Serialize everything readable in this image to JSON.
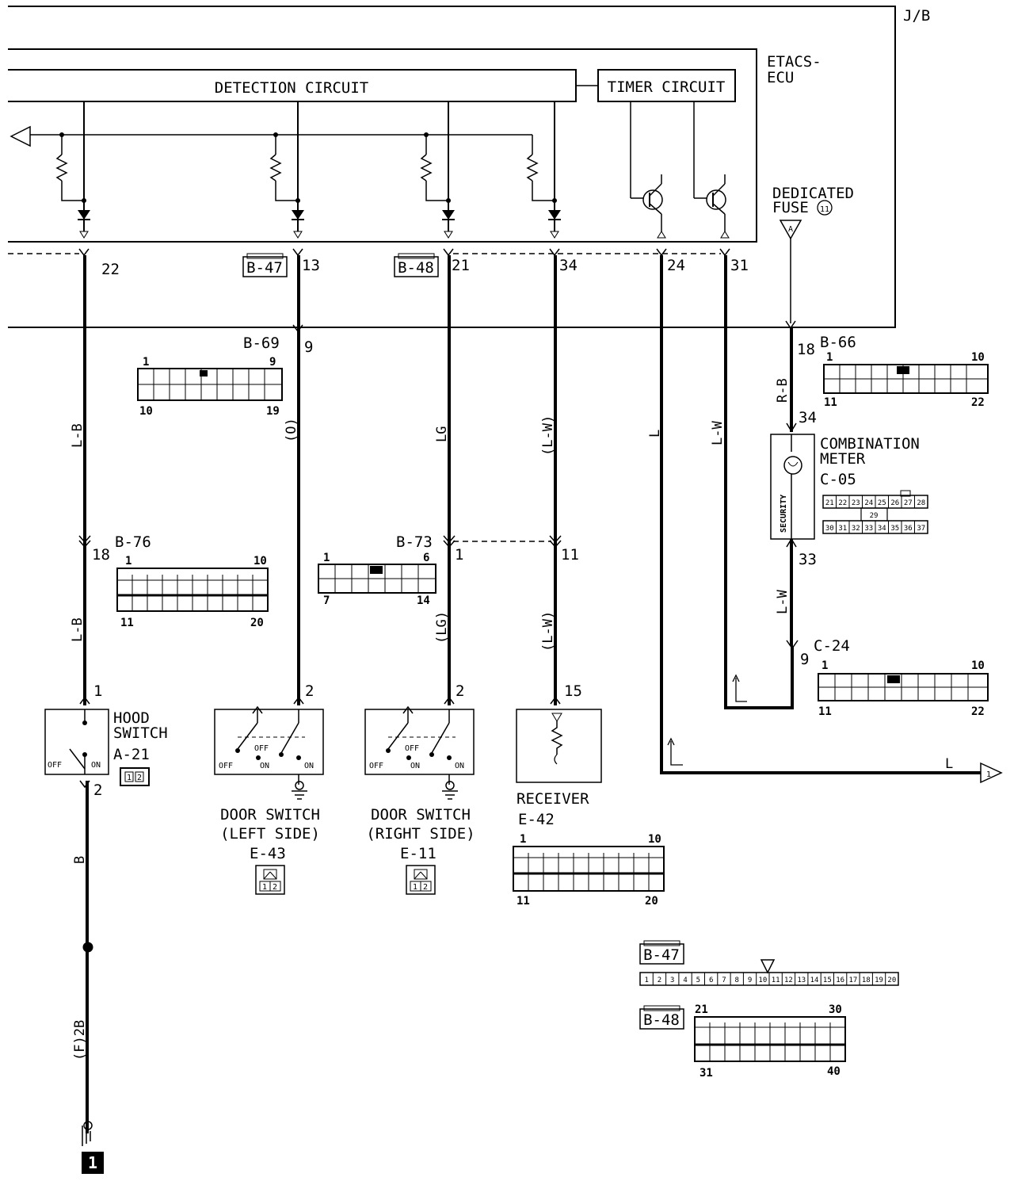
{
  "labels": {
    "jb": "J/B",
    "etacs": "ETACS-",
    "ecu": "ECU",
    "detection_circuit": "DETECTION CIRCUIT",
    "timer_circuit": "TIMER CIRCUIT",
    "dedicated_fuse_1": "DEDICATED",
    "dedicated_fuse_2": "FUSE",
    "fuse_number": "11",
    "fuse_letter": "A",
    "combination_meter_1": "COMBINATION",
    "combination_meter_2": "METER",
    "security": "SECURITY",
    "hood_switch_1": "HOOD",
    "hood_switch_2": "SWITCH",
    "door_switch_left_1": "DOOR SWITCH",
    "door_switch_left_2": "(LEFT SIDE)",
    "door_switch_right_1": "DOOR SWITCH",
    "door_switch_right_2": "(RIGHT SIDE)",
    "receiver": "RECEIVER",
    "off": "OFF",
    "on": "ON",
    "ground_number": "1",
    "offpage_arrow": "1",
    "wire_l_right": "L"
  },
  "connectors": {
    "b47": "B-47",
    "b48": "B-48",
    "b69": "B-69",
    "b66": "B-66",
    "b76": "B-76",
    "b73": "B-73",
    "c05": "C-05",
    "c24": "C-24",
    "a21": "A-21",
    "e43": "E-43",
    "e11": "E-11",
    "e42": "E-42"
  },
  "pins": {
    "p22": "22",
    "p13": "13",
    "p21": "21",
    "p34a": "34",
    "p24": "24",
    "p31": "31",
    "p9a": "9",
    "p18a": "18",
    "p34b": "34",
    "p33": "33",
    "p9b": "9",
    "p18b": "18",
    "p1a": "1",
    "p11": "11",
    "p15": "15",
    "p1b": "1",
    "p2a": "2",
    "p2b": "2",
    "p2c": "2"
  },
  "wires": {
    "lb1": "L-B",
    "o": "(O)",
    "lg": "LG",
    "lw1": "(L-W)",
    "l": "L",
    "lw2": "L-W",
    "rb": "R-B",
    "lb2": "L-B",
    "lg2": "(LG)",
    "lw3": "(L-W)",
    "lw4": "L-W",
    "b": "B",
    "f2b": "(F)2B"
  },
  "connector_pins": {
    "b69": {
      "tl": "1",
      "tr": "9",
      "bl": "10",
      "br": "19"
    },
    "b66": {
      "tl": "1",
      "tr": "10",
      "bl": "11",
      "br": "22"
    },
    "b76": {
      "tl": "1",
      "tr": "10",
      "bl": "11",
      "br": "20"
    },
    "b73": {
      "tl": "1",
      "tr": "6",
      "bl": "7",
      "br": "14"
    },
    "c24": {
      "tl": "1",
      "tr": "10",
      "bl": "11",
      "br": "22"
    },
    "e42": {
      "tl": "1",
      "tr": "10",
      "bl": "11",
      "br": "20"
    },
    "b48": {
      "tl": "21",
      "tr": "30",
      "bl": "31",
      "br": "40"
    },
    "c05_top": [
      "21",
      "22",
      "23",
      "24",
      "25",
      "26",
      "27",
      "28"
    ],
    "c05_mid": "29",
    "c05_bot": [
      "30",
      "31",
      "32",
      "33",
      "34",
      "35",
      "36",
      "37"
    ],
    "b47_row": [
      "1",
      "2",
      "3",
      "4",
      "5",
      "6",
      "7",
      "8",
      "9",
      "10",
      "11",
      "12",
      "13",
      "14",
      "15",
      "16",
      "17",
      "18",
      "19",
      "20"
    ],
    "a21": [
      "1",
      "2"
    ],
    "e43": [
      "1",
      "2"
    ],
    "e11": [
      "1",
      "2"
    ]
  }
}
